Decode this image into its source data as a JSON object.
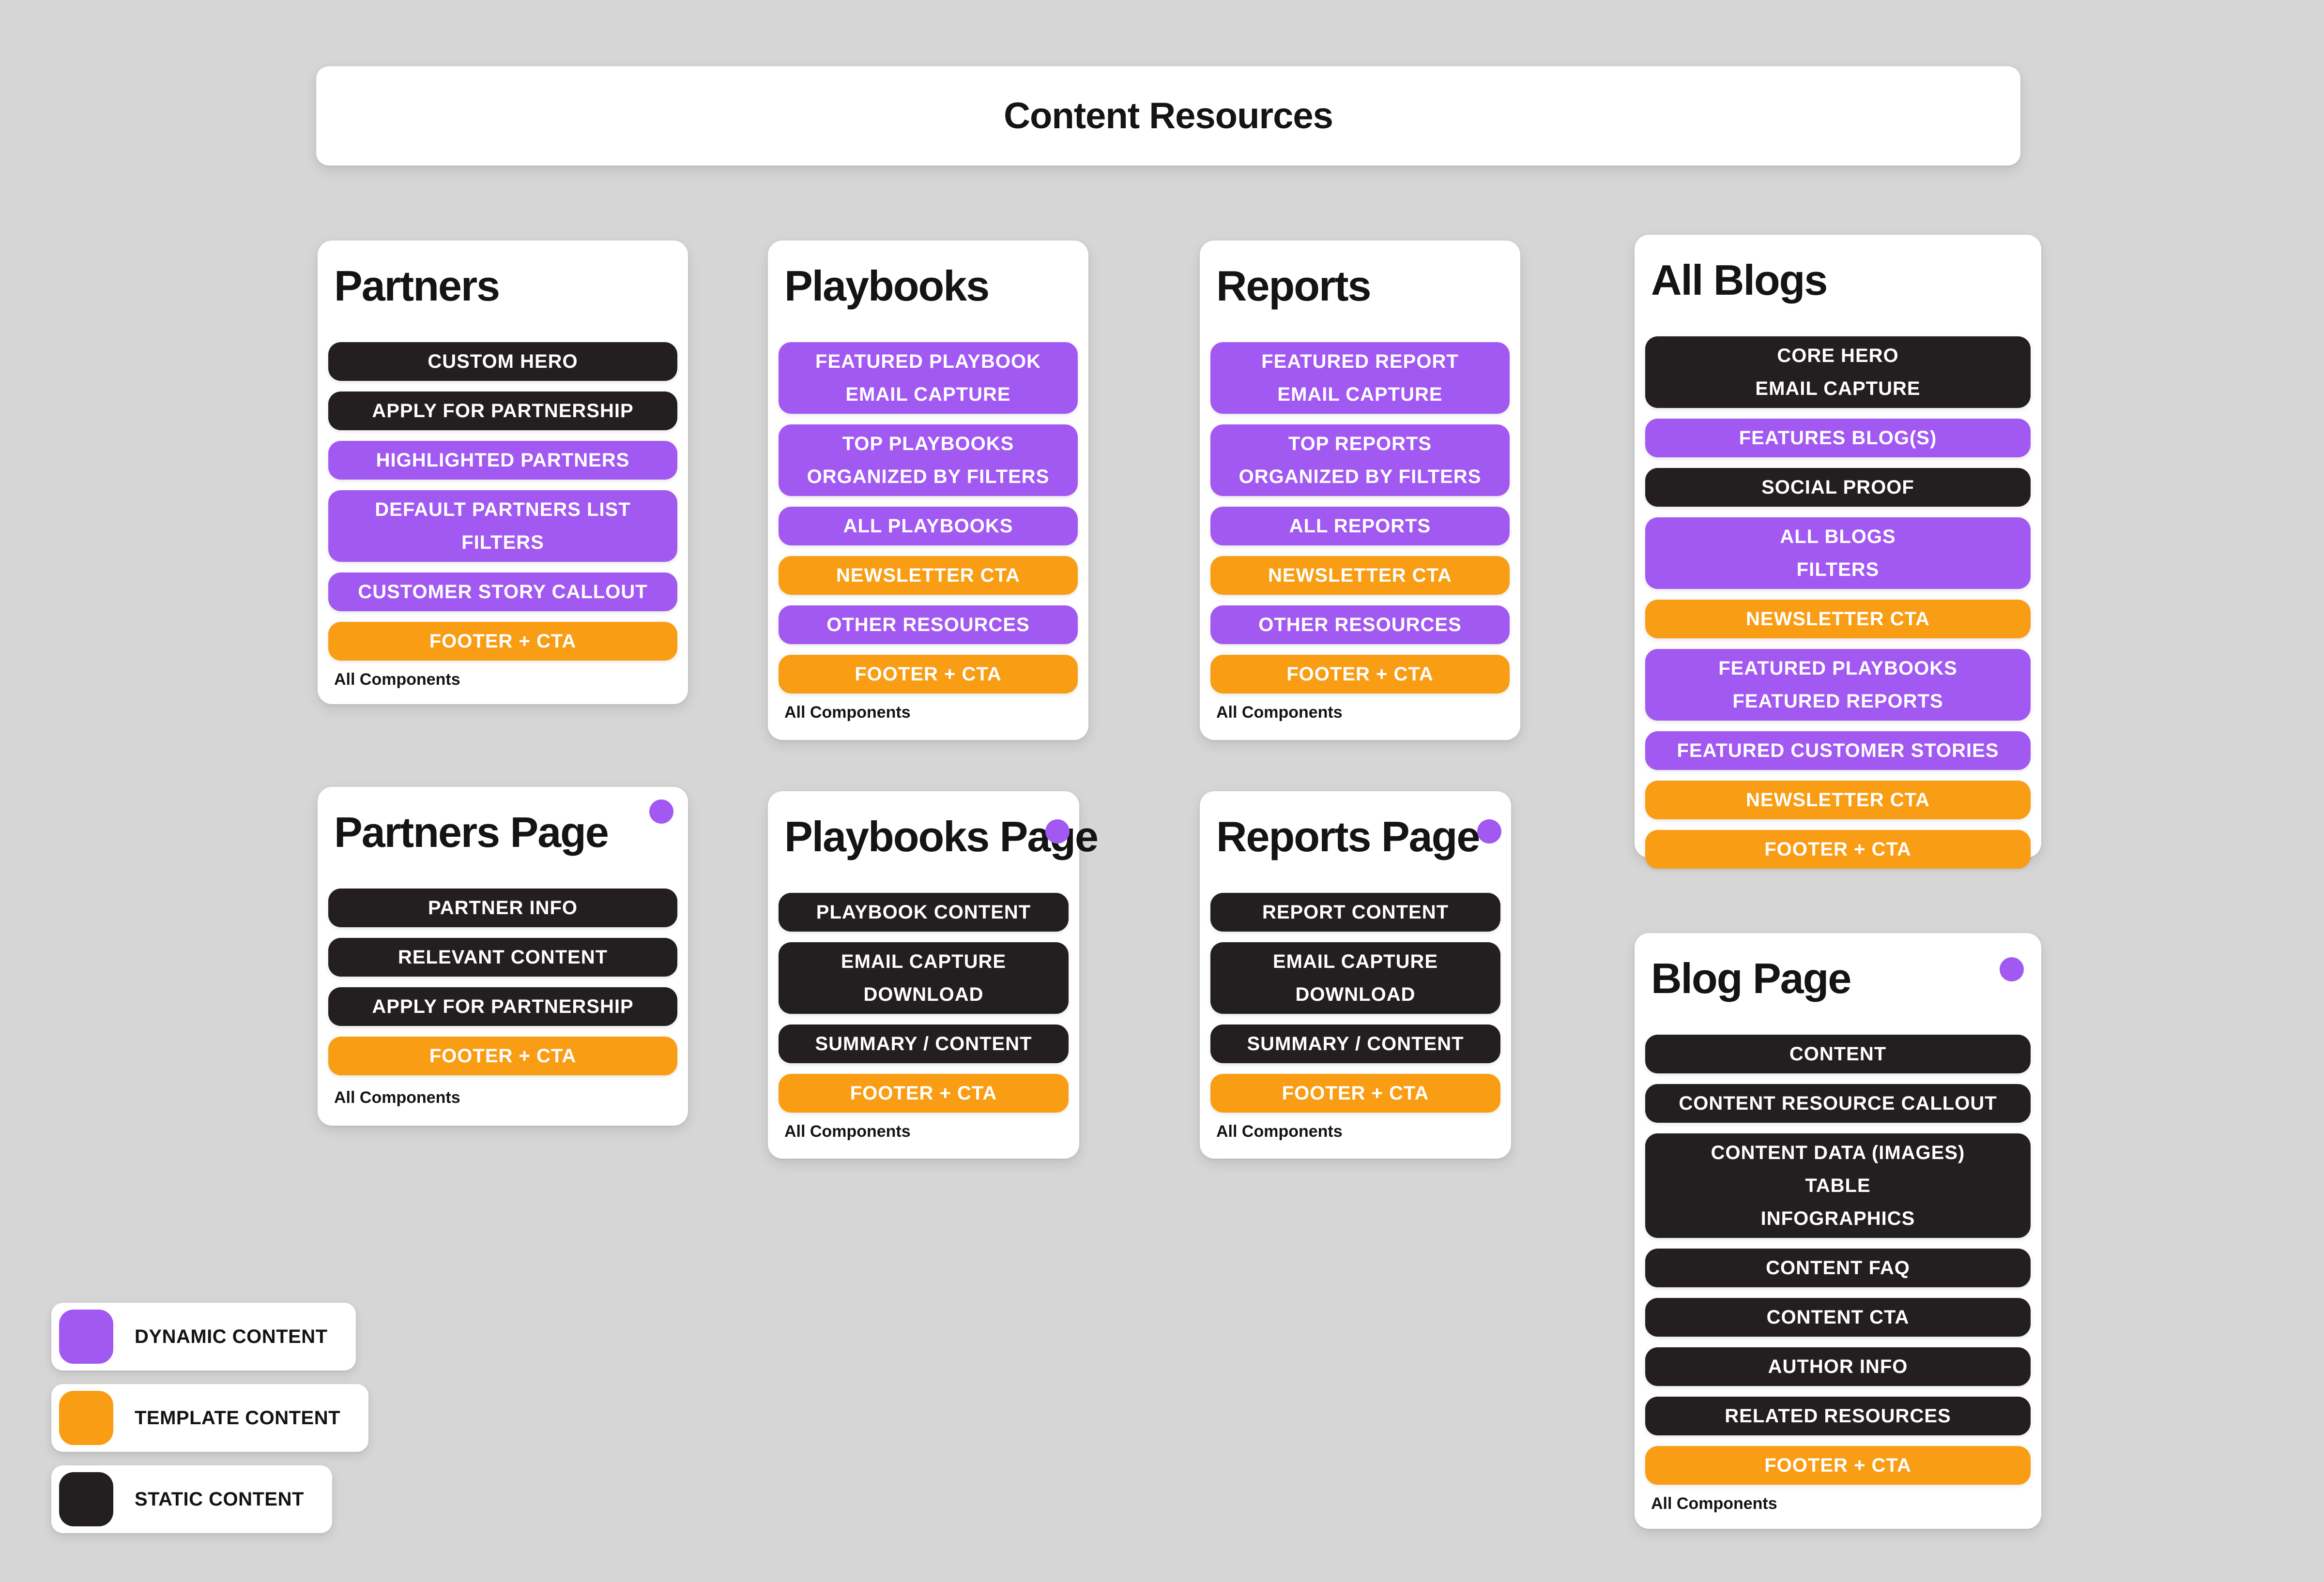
{
  "page_title": "Content Resources",
  "colors": {
    "dynamic": "#a259f2",
    "template": "#f99d15",
    "static": "#231f20",
    "background": "#d6d6d6",
    "card": "#ffffff"
  },
  "legend": [
    {
      "type": "dynamic",
      "label": "DYNAMIC CONTENT"
    },
    {
      "type": "template",
      "label": "TEMPLATE CONTENT"
    },
    {
      "type": "static",
      "label": "STATIC CONTENT"
    }
  ],
  "cards": [
    {
      "id": "partners",
      "title": "Partners",
      "dot": false,
      "footer_label": "All Components",
      "components": [
        {
          "type": "static",
          "lines": [
            "CUSTOM HERO"
          ]
        },
        {
          "type": "static",
          "lines": [
            "APPLY FOR PARTNERSHIP"
          ]
        },
        {
          "type": "dynamic",
          "lines": [
            "HIGHLIGHTED PARTNERS"
          ]
        },
        {
          "type": "dynamic",
          "lines": [
            "DEFAULT PARTNERS LIST",
            "FILTERS"
          ]
        },
        {
          "type": "dynamic",
          "lines": [
            "CUSTOMER STORY CALLOUT"
          ]
        },
        {
          "type": "template",
          "lines": [
            "FOOTER + CTA"
          ]
        }
      ]
    },
    {
      "id": "playbooks",
      "title": "Playbooks",
      "dot": false,
      "footer_label": "All Components",
      "components": [
        {
          "type": "dynamic",
          "lines": [
            "FEATURED PLAYBOOK",
            "EMAIL CAPTURE"
          ]
        },
        {
          "type": "dynamic",
          "lines": [
            "TOP PLAYBOOKS",
            "ORGANIZED BY FILTERS"
          ]
        },
        {
          "type": "dynamic",
          "lines": [
            "ALL PLAYBOOKS"
          ]
        },
        {
          "type": "template",
          "lines": [
            "NEWSLETTER CTA"
          ]
        },
        {
          "type": "dynamic",
          "lines": [
            "OTHER RESOURCES"
          ]
        },
        {
          "type": "template",
          "lines": [
            "FOOTER + CTA"
          ]
        }
      ]
    },
    {
      "id": "reports",
      "title": "Reports",
      "dot": false,
      "footer_label": "All Components",
      "components": [
        {
          "type": "dynamic",
          "lines": [
            "FEATURED REPORT",
            "EMAIL CAPTURE"
          ]
        },
        {
          "type": "dynamic",
          "lines": [
            "TOP REPORTS",
            "ORGANIZED BY FILTERS"
          ]
        },
        {
          "type": "dynamic",
          "lines": [
            "ALL REPORTS"
          ]
        },
        {
          "type": "template",
          "lines": [
            "NEWSLETTER CTA"
          ]
        },
        {
          "type": "dynamic",
          "lines": [
            "OTHER RESOURCES"
          ]
        },
        {
          "type": "template",
          "lines": [
            "FOOTER + CTA"
          ]
        }
      ]
    },
    {
      "id": "all-blogs",
      "title": "All Blogs",
      "dot": false,
      "footer_label": null,
      "components": [
        {
          "type": "static",
          "lines": [
            "CORE HERO",
            "EMAIL CAPTURE"
          ]
        },
        {
          "type": "dynamic",
          "lines": [
            "FEATURES BLOG(S)"
          ]
        },
        {
          "type": "static",
          "lines": [
            "SOCIAL PROOF"
          ]
        },
        {
          "type": "dynamic",
          "lines": [
            "ALL BLOGS",
            "FILTERS"
          ]
        },
        {
          "type": "template",
          "lines": [
            "NEWSLETTER CTA"
          ]
        },
        {
          "type": "dynamic",
          "lines": [
            "FEATURED PLAYBOOKS",
            "FEATURED REPORTS"
          ]
        },
        {
          "type": "dynamic",
          "lines": [
            "FEATURED CUSTOMER STORIES"
          ]
        },
        {
          "type": "template",
          "lines": [
            "NEWSLETTER CTA"
          ]
        },
        {
          "type": "template",
          "lines": [
            "FOOTER + CTA"
          ]
        }
      ]
    },
    {
      "id": "partners-page",
      "title": "Partners Page",
      "dot": true,
      "footer_label": "All Components",
      "components": [
        {
          "type": "static",
          "lines": [
            "PARTNER INFO"
          ]
        },
        {
          "type": "static",
          "lines": [
            "RELEVANT CONTENT"
          ]
        },
        {
          "type": "static",
          "lines": [
            "APPLY FOR PARTNERSHIP"
          ]
        },
        {
          "type": "template",
          "lines": [
            "FOOTER + CTA"
          ]
        }
      ]
    },
    {
      "id": "playbooks-page",
      "title": "Playbooks Page",
      "dot": true,
      "footer_label": "All Components",
      "components": [
        {
          "type": "static",
          "lines": [
            "PLAYBOOK CONTENT"
          ]
        },
        {
          "type": "static",
          "lines": [
            "EMAIL CAPTURE",
            "DOWNLOAD"
          ]
        },
        {
          "type": "static",
          "lines": [
            "SUMMARY / CONTENT"
          ]
        },
        {
          "type": "template",
          "lines": [
            "FOOTER + CTA"
          ]
        }
      ]
    },
    {
      "id": "reports-page",
      "title": "Reports Page",
      "dot": true,
      "footer_label": "All Components",
      "components": [
        {
          "type": "static",
          "lines": [
            "REPORT CONTENT"
          ]
        },
        {
          "type": "static",
          "lines": [
            "EMAIL CAPTURE",
            "DOWNLOAD"
          ]
        },
        {
          "type": "static",
          "lines": [
            "SUMMARY / CONTENT"
          ]
        },
        {
          "type": "template",
          "lines": [
            "FOOTER + CTA"
          ]
        }
      ]
    },
    {
      "id": "blog-page",
      "title": "Blog Page",
      "dot": true,
      "footer_label": "All Components",
      "components": [
        {
          "type": "static",
          "lines": [
            "CONTENT"
          ]
        },
        {
          "type": "static",
          "lines": [
            "CONTENT RESOURCE CALLOUT"
          ]
        },
        {
          "type": "static",
          "lines": [
            "CONTENT DATA (IMAGES)",
            "TABLE",
            "INFOGRAPHICS"
          ]
        },
        {
          "type": "static",
          "lines": [
            "CONTENT FAQ"
          ]
        },
        {
          "type": "static",
          "lines": [
            "CONTENT CTA"
          ]
        },
        {
          "type": "static",
          "lines": [
            "AUTHOR INFO"
          ]
        },
        {
          "type": "static",
          "lines": [
            "RELATED RESOURCES"
          ]
        },
        {
          "type": "template",
          "lines": [
            "FOOTER + CTA"
          ]
        }
      ]
    }
  ]
}
